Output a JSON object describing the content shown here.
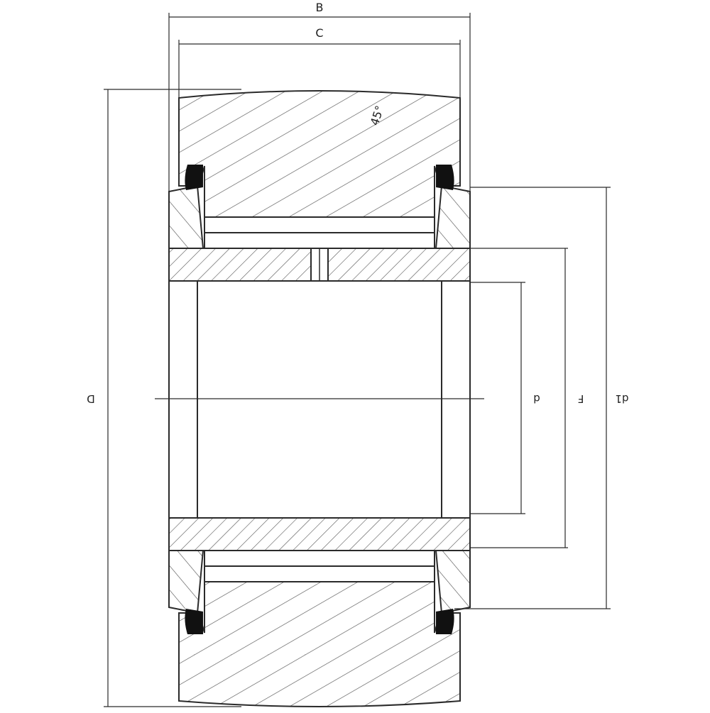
{
  "drawing": {
    "type": "cross-section",
    "subject": "yoke-type track roller",
    "colors": {
      "stroke": "#2a2a2a",
      "hatch": "#555555",
      "seal": "#111111",
      "background": "#ffffff"
    },
    "dimension_labels": {
      "B": "B",
      "C": "C",
      "D": "D",
      "d": "d",
      "F": "F",
      "d1": "d1"
    },
    "marking": "45°"
  }
}
